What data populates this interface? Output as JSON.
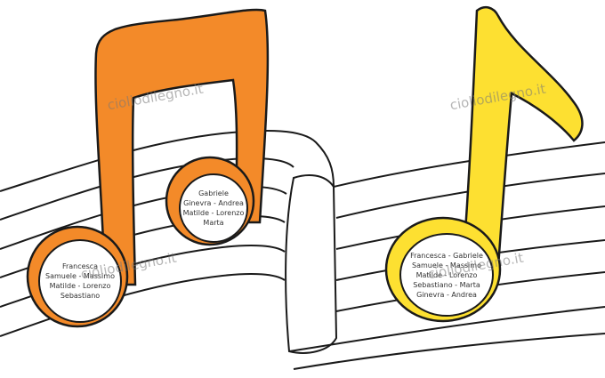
{
  "colors": {
    "orange_note": "#f38a29",
    "yellow_note": "#fde031",
    "outline": "#1a1a1a",
    "staff_paper": "#ffffff"
  },
  "watermark": "cioliodilegno.it",
  "notes": {
    "orange_eighth_pair": {
      "upper_head_names": [
        "Gabriele",
        "Ginevra - Andrea",
        "Matilde - Lorenzo",
        "Marta"
      ],
      "lower_head_names": [
        "Francesca",
        "Samuele - Massimo",
        "Matilde - Lorenzo",
        "Sebastiano"
      ]
    },
    "yellow_single_eighth": {
      "head_names": [
        "Francesca - Gabriele",
        "Samuele - Massimo",
        "Matilde - Lorenzo",
        "Sebastiano - Marta",
        "Ginevra - Andrea"
      ]
    }
  }
}
